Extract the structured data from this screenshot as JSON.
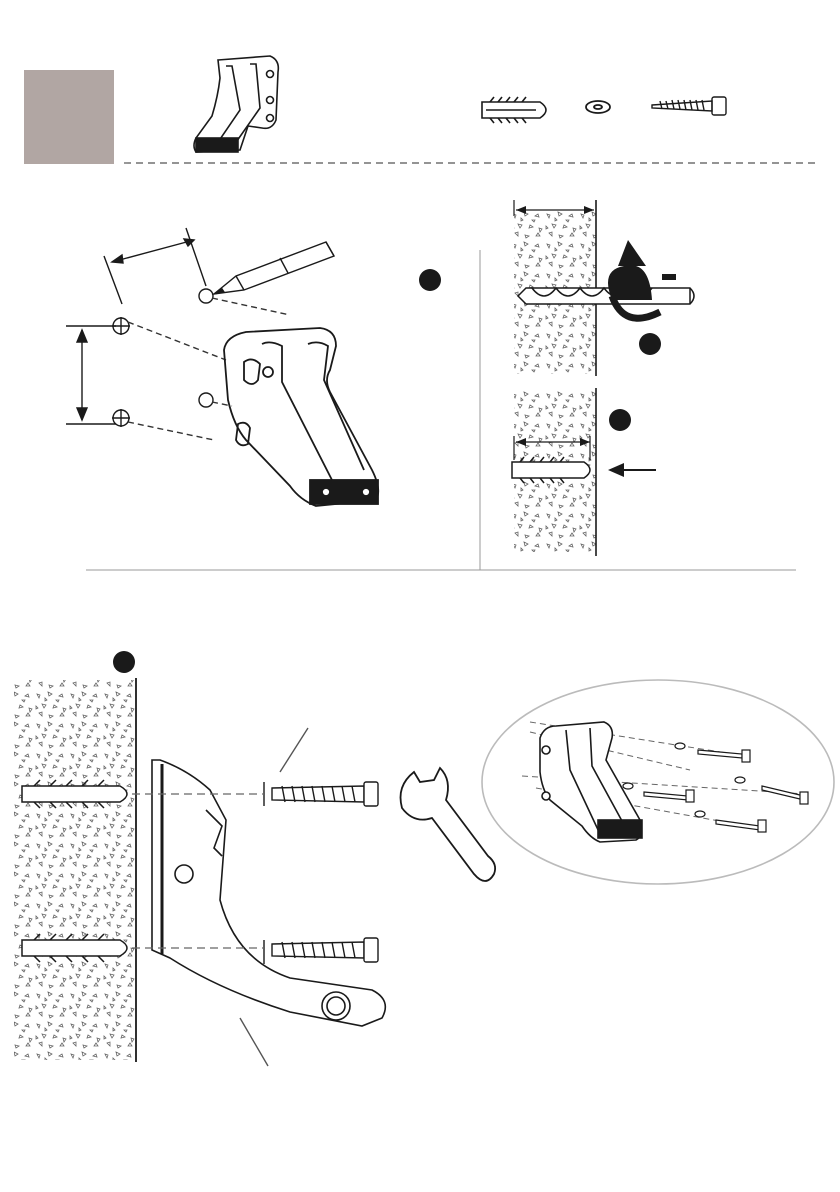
{
  "header": {
    "swatch_color": "#b1a6a3",
    "parts": [
      {
        "icon": "mounting-bracket-icon"
      },
      {
        "icon": "wall-plug-icon"
      },
      {
        "icon": "washer-icon"
      },
      {
        "icon": "lag-screw-icon"
      }
    ]
  },
  "steps": [
    {
      "name": "mark-holes",
      "marker_color": "#1a1a1a",
      "icon": "pencil-icon"
    },
    {
      "name": "drill-holes",
      "marker_color": "#1a1a1a",
      "icon": "drill-bit-icon"
    },
    {
      "name": "insert-wall-plug",
      "marker_color": "#1a1a1a",
      "icon": "wall-plug-icon"
    },
    {
      "name": "fasten-bracket",
      "marker_color": "#1a1a1a",
      "icon": "wrench-icon"
    }
  ],
  "colors": {
    "line": "#1a1a1a",
    "dash": "#555555",
    "wall_speckle": "#666666",
    "divider": "#9a9a9a",
    "detail_circle": "#bbbbbb"
  }
}
